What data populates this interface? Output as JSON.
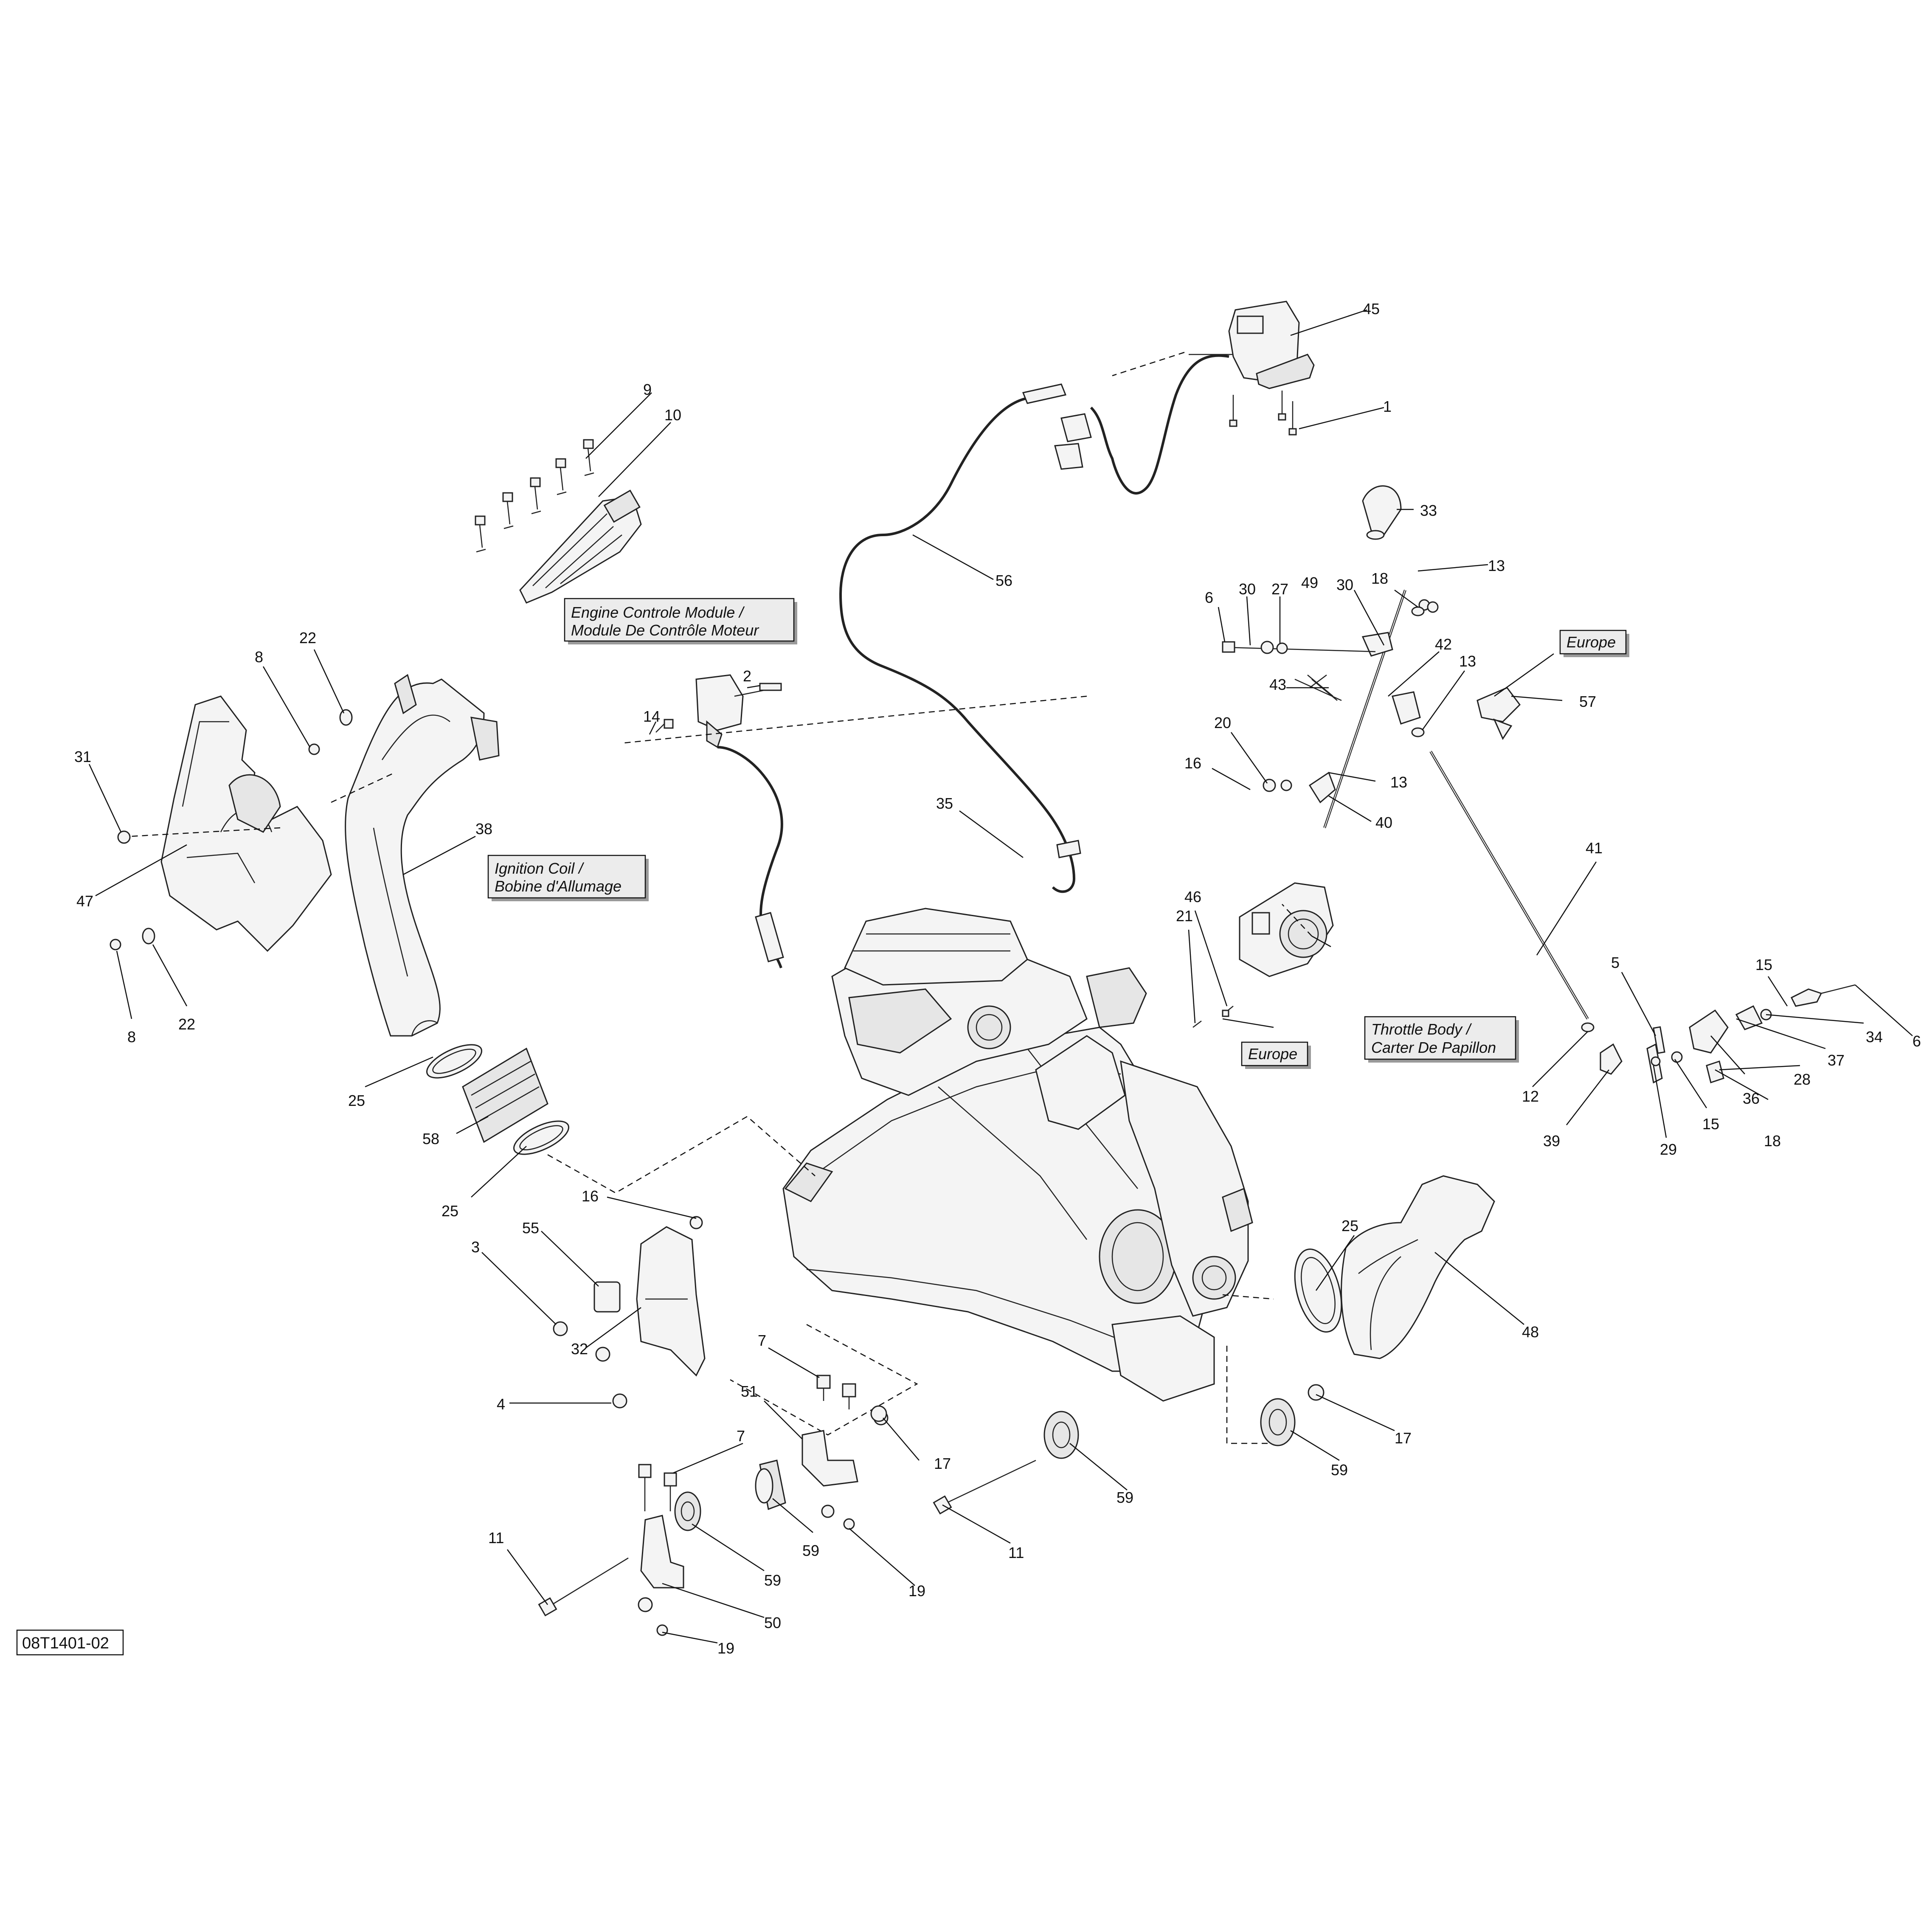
{
  "diagram_ref": "08T1401-02",
  "labels": {
    "ecm_line1": "Engine Controle Module /",
    "ecm_line2": "Module De Contrôle Moteur",
    "coil_line1": "Ignition Coil /",
    "coil_line2": "Bobine d'Allumage",
    "throttle_line1": "Throttle Body /",
    "throttle_line2": "Carter De Papillon",
    "europe_1": "Europe",
    "europe_2": "Europe"
  },
  "callouts": [
    "45",
    "1",
    "9",
    "10",
    "56",
    "33",
    "13",
    "18",
    "30",
    "27",
    "49",
    "30",
    "6",
    "42",
    "13",
    "43",
    "57",
    "20",
    "16",
    "13",
    "40",
    "22",
    "8",
    "31",
    "47",
    "8",
    "22",
    "38",
    "2",
    "14",
    "35",
    "41",
    "46",
    "21",
    "15",
    "5",
    "6",
    "34",
    "37",
    "28",
    "36",
    "18",
    "15",
    "29",
    "39",
    "12",
    "25",
    "58",
    "25",
    "16",
    "55",
    "3",
    "32",
    "4",
    "7",
    "51",
    "17",
    "7",
    "59",
    "11",
    "59",
    "19",
    "59",
    "50",
    "19",
    "11",
    "25",
    "48",
    "17",
    "59"
  ]
}
